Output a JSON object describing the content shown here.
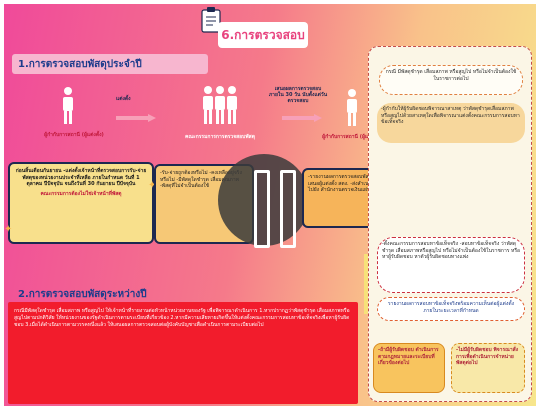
{
  "title": "6.การตรวจสอบ",
  "section1": {
    "label": "1.การตรวจสอบพัสดุประจำปี",
    "step_roles": {
      "head1": "ผู้กำกับการสถานี (ผู้แต่งตั้ง)",
      "appoint": "แต่งตั้ง",
      "committee": "คณะกรรมการการตรวจสอบพัสดุ",
      "report_note": "เสนอผลการตรวจสอบภายใน 30 วัน นับตั้งแต่วันตรวจสอบ",
      "head2": "ผู้กำกับการสถานี (ผู้แต่งตั้ง)"
    },
    "box1": {
      "lines": "ก่อนสิ้นเดือนกันยายน -แต่งตั้งเจ้าหน้าที่ตรวจสอบการรับ-จ่ายพัสดุของหน่วยงานประจำที่เหลือ ภายในกำหนด วันที่ 1 ตุลาคม ปีปัจจุบัน จนถึงวันที่ 30 กันยายน ปีปัจจุบัน",
      "note": "คณะกรรมการต้องไม่ใช่เจ้าหน้าที่พัสดุ"
    },
    "box2": {
      "lines": "-รับ-จ่ายถูกต้องหรือไม่ -คงเหลืออยู่จริงหรือไม่ -มีพัสดุใดชำรุด เสื่อมคุณภาพ -พัสดุที่ไม่จำเป็นต้องใช้"
    },
    "box3": {
      "lines": "-รายงานผลการตรวจสอบพัสดุประจำปี เสนอผู้แต่งตั้ง สตง. -ส่งสำเนารายงานไปยัง สำนักงานตรวจเงินแผ่นดิน 1 ชุด"
    }
  },
  "section2": {
    "label": "2.การตรวจสอบพัสดุระหว่างปี",
    "body": "กรณีมีพัสดุใดชำรุด เสื่อมสภาพ หรือสูญไป ให้เจ้าหน้าที่รายงานต่อหัวหน้าหน่วยงานของรัฐ เพื่อพิจารณาดำเนินการ 1.หากปรากฏว่าพัสดุชำรุด เสื่อมสภาพหรือสูญไปตามปกติวิสัย ให้หน่วยงานของรัฐดำเนินการตามระเบียบที่เกี่ยวข้อง 2.หากมีความเสียหายเกิดขึ้นให้แต่งตั้งคณะกรรมการสอบหาข้อเท็จจริงเพื่อหาผู้รับผิดชอบ 3.เมื่อได้ดำเนินการตามวรรคหนึ่งแล้ว ให้เสนอผลการตรวจสอบต่อผู้บังคับบัญชาเพื่อดำเนินการตามระเบียบต่อไป"
  },
  "right_panel": {
    "rb1": "กรณี มีพัสดุชำรุด เสื่อมสภาพ หรือสูญไป หรือไม่จำเป็นต้องใช้ในราชการต่อไป",
    "rb2": "-ผู้กำกับให้ผู้รับผิดชอบพิจารณาสาเหตุ ว่าพัสดุชำรุดเสื่อมสภาพ หรือสูญไปด้วยสาเหตุใดเพื่อพิจารณาแต่งตั้งคณะกรรมการสอบหาข้อเท็จจริง",
    "rb3": "-ตั้งคณะกรรมการสอบหาข้อเท็จจริง -สอบหาข้อเท็จจริง ว่าพัสดุชำรุด เสื่อมสภาพหรือสูญไป หรือไม่จำเป็นต้องใช้ในราชการ หรือหาผู้รับผิดชอบ หาตัวผู้รับผิดชอบทางแพ่ง",
    "rb4": "รายงานผลการสอบหาข้อเท็จจริงพร้อมความเห็นต่อผู้แต่งตั้งภายในระยะเวลาที่กำหนด",
    "rb5": "-ถ้ามีผู้รับผิดชอบ ดำเนินการตามกฎหมายและระเบียบที่เกี่ยวข้องต่อไป",
    "rb6": "-ไม่มีผู้รับผิดชอบ พิจารณาสั่งการเพื่อดำเนินการจำหน่ายพัสดุต่อไป"
  },
  "colors": {
    "pink": "#f04a9a",
    "navy": "#1d2850",
    "red_panel": "#f21c2c",
    "yellow": "#f8e08c"
  }
}
